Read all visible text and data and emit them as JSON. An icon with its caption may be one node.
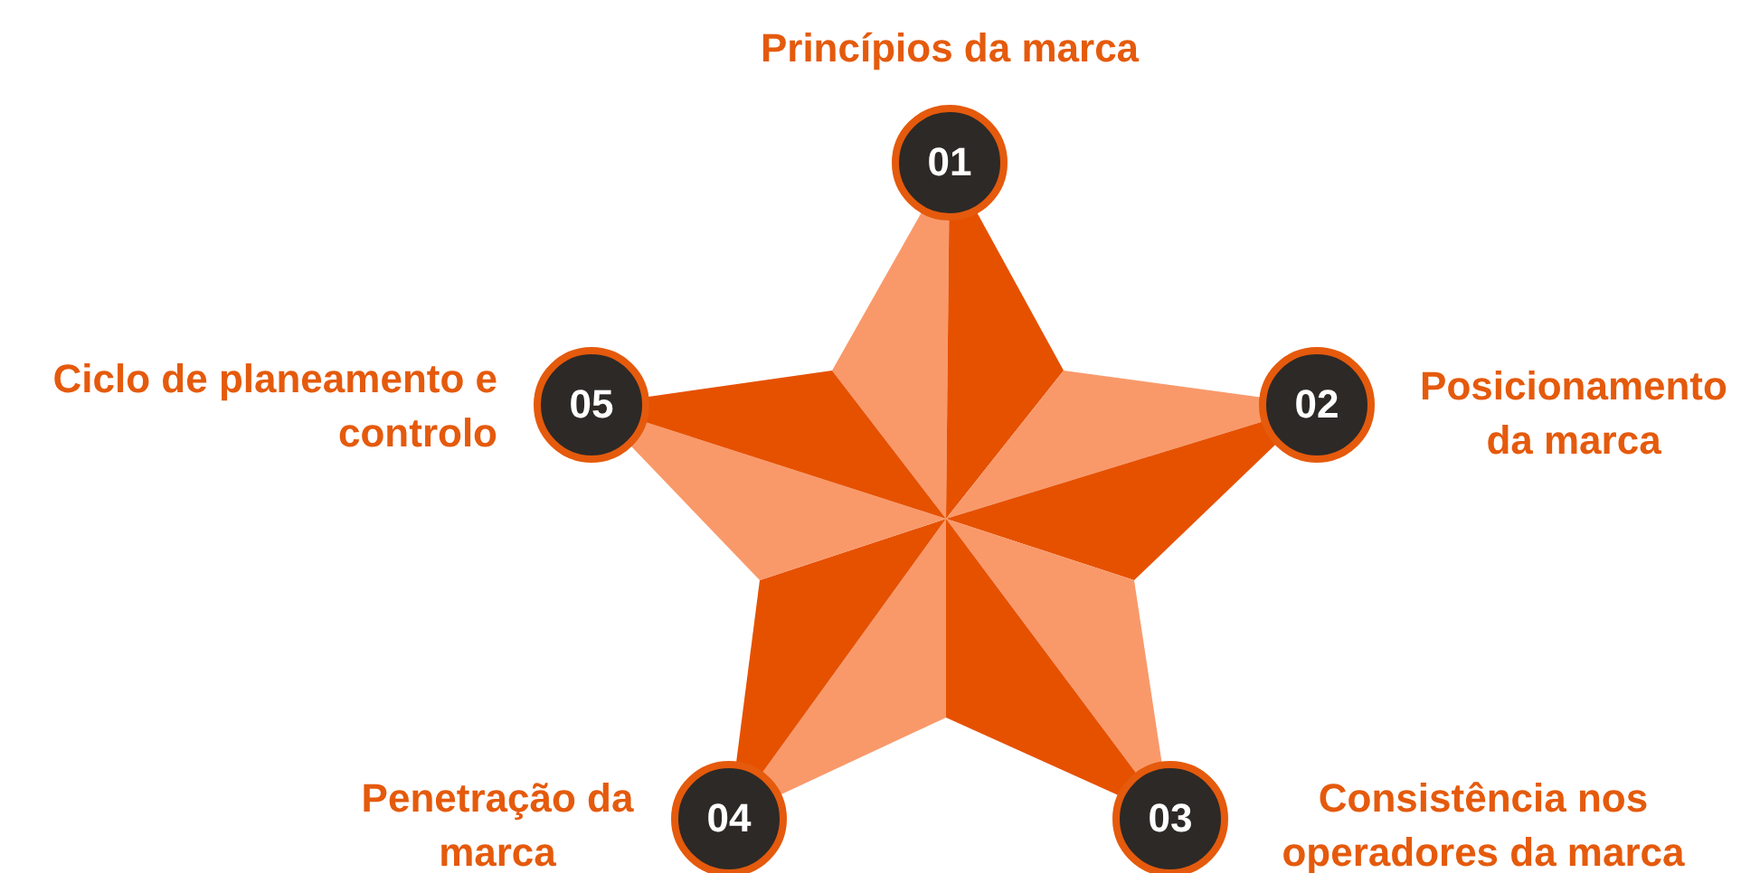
{
  "diagram": {
    "nodes": [
      {
        "text": [
          "01"
        ],
        "beside": [
          "Princípios da marca"
        ]
      },
      {
        "text": [
          "02"
        ],
        "beside": [
          "Posicionamento da marca"
        ]
      },
      {
        "text": [
          "03"
        ],
        "beside": [
          "Consistência nos operadores da marca"
        ]
      },
      {
        "text": [
          "04"
        ],
        "beside": [
          "Penetração da marca"
        ]
      },
      {
        "text": [
          "05"
        ],
        "beside": [
          "Ciclo de planeamento e controlo"
        ]
      }
    ]
  }
}
